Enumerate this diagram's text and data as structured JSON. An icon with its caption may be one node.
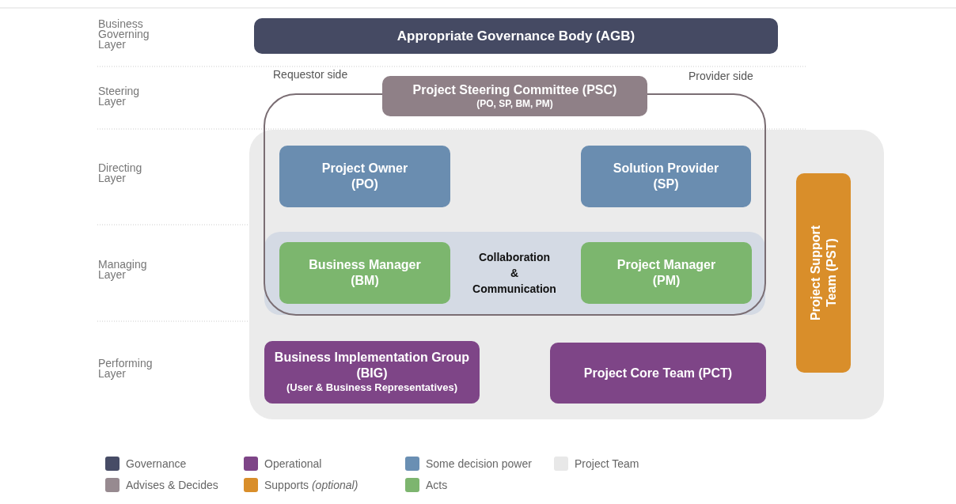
{
  "diagram": {
    "nodes": [
      {
        "text": [
          "Appropriate Governance Body (AGB)"
        ]
      },
      {
        "text": [
          "Project Steering Committee (PSC)",
          "(PO, SP, BM, PM)"
        ]
      },
      {
        "text": [
          "Project Owner (PO)"
        ]
      },
      {
        "text": [
          "Solution Provider (SP)"
        ]
      },
      {
        "text": [
          "Collaboration & Communication"
        ]
      },
      {
        "text": [
          "Business Manager (BM)"
        ],
        "in": 4
      },
      {
        "text": [
          "Project Manager (PM)"
        ],
        "in": 4
      },
      {
        "text": [
          "Business Implementation Group (BIG)",
          "(User & Business Representatives)"
        ]
      },
      {
        "text": [
          "Project Core Team (PCT)"
        ]
      },
      {
        "text": [
          "Project Support Team (PST)"
        ]
      }
    ],
    "edges": [],
    "labels": [
      "Business Governing Layer",
      "Requestor side",
      "Provider side",
      "Steering Layer",
      "Directing Layer",
      "Managing Layer",
      "Performing Layer"
    ],
    "legend": [
      {
        "text": "Governance",
        "color": "#474c66"
      },
      {
        "text": "Operational",
        "color": "#7e4587"
      },
      {
        "text": "Some decision power",
        "color": "#6a8fb3"
      },
      {
        "text": "Project Team",
        "color": "#e8e8e8"
      },
      {
        "text": "Advises & Decides",
        "color": "#978a90"
      },
      {
        "text": "Supports *(optional)*",
        "color": "#d98e2a"
      },
      {
        "text": "Acts",
        "color": "#7db56f"
      }
    ]
  }
}
